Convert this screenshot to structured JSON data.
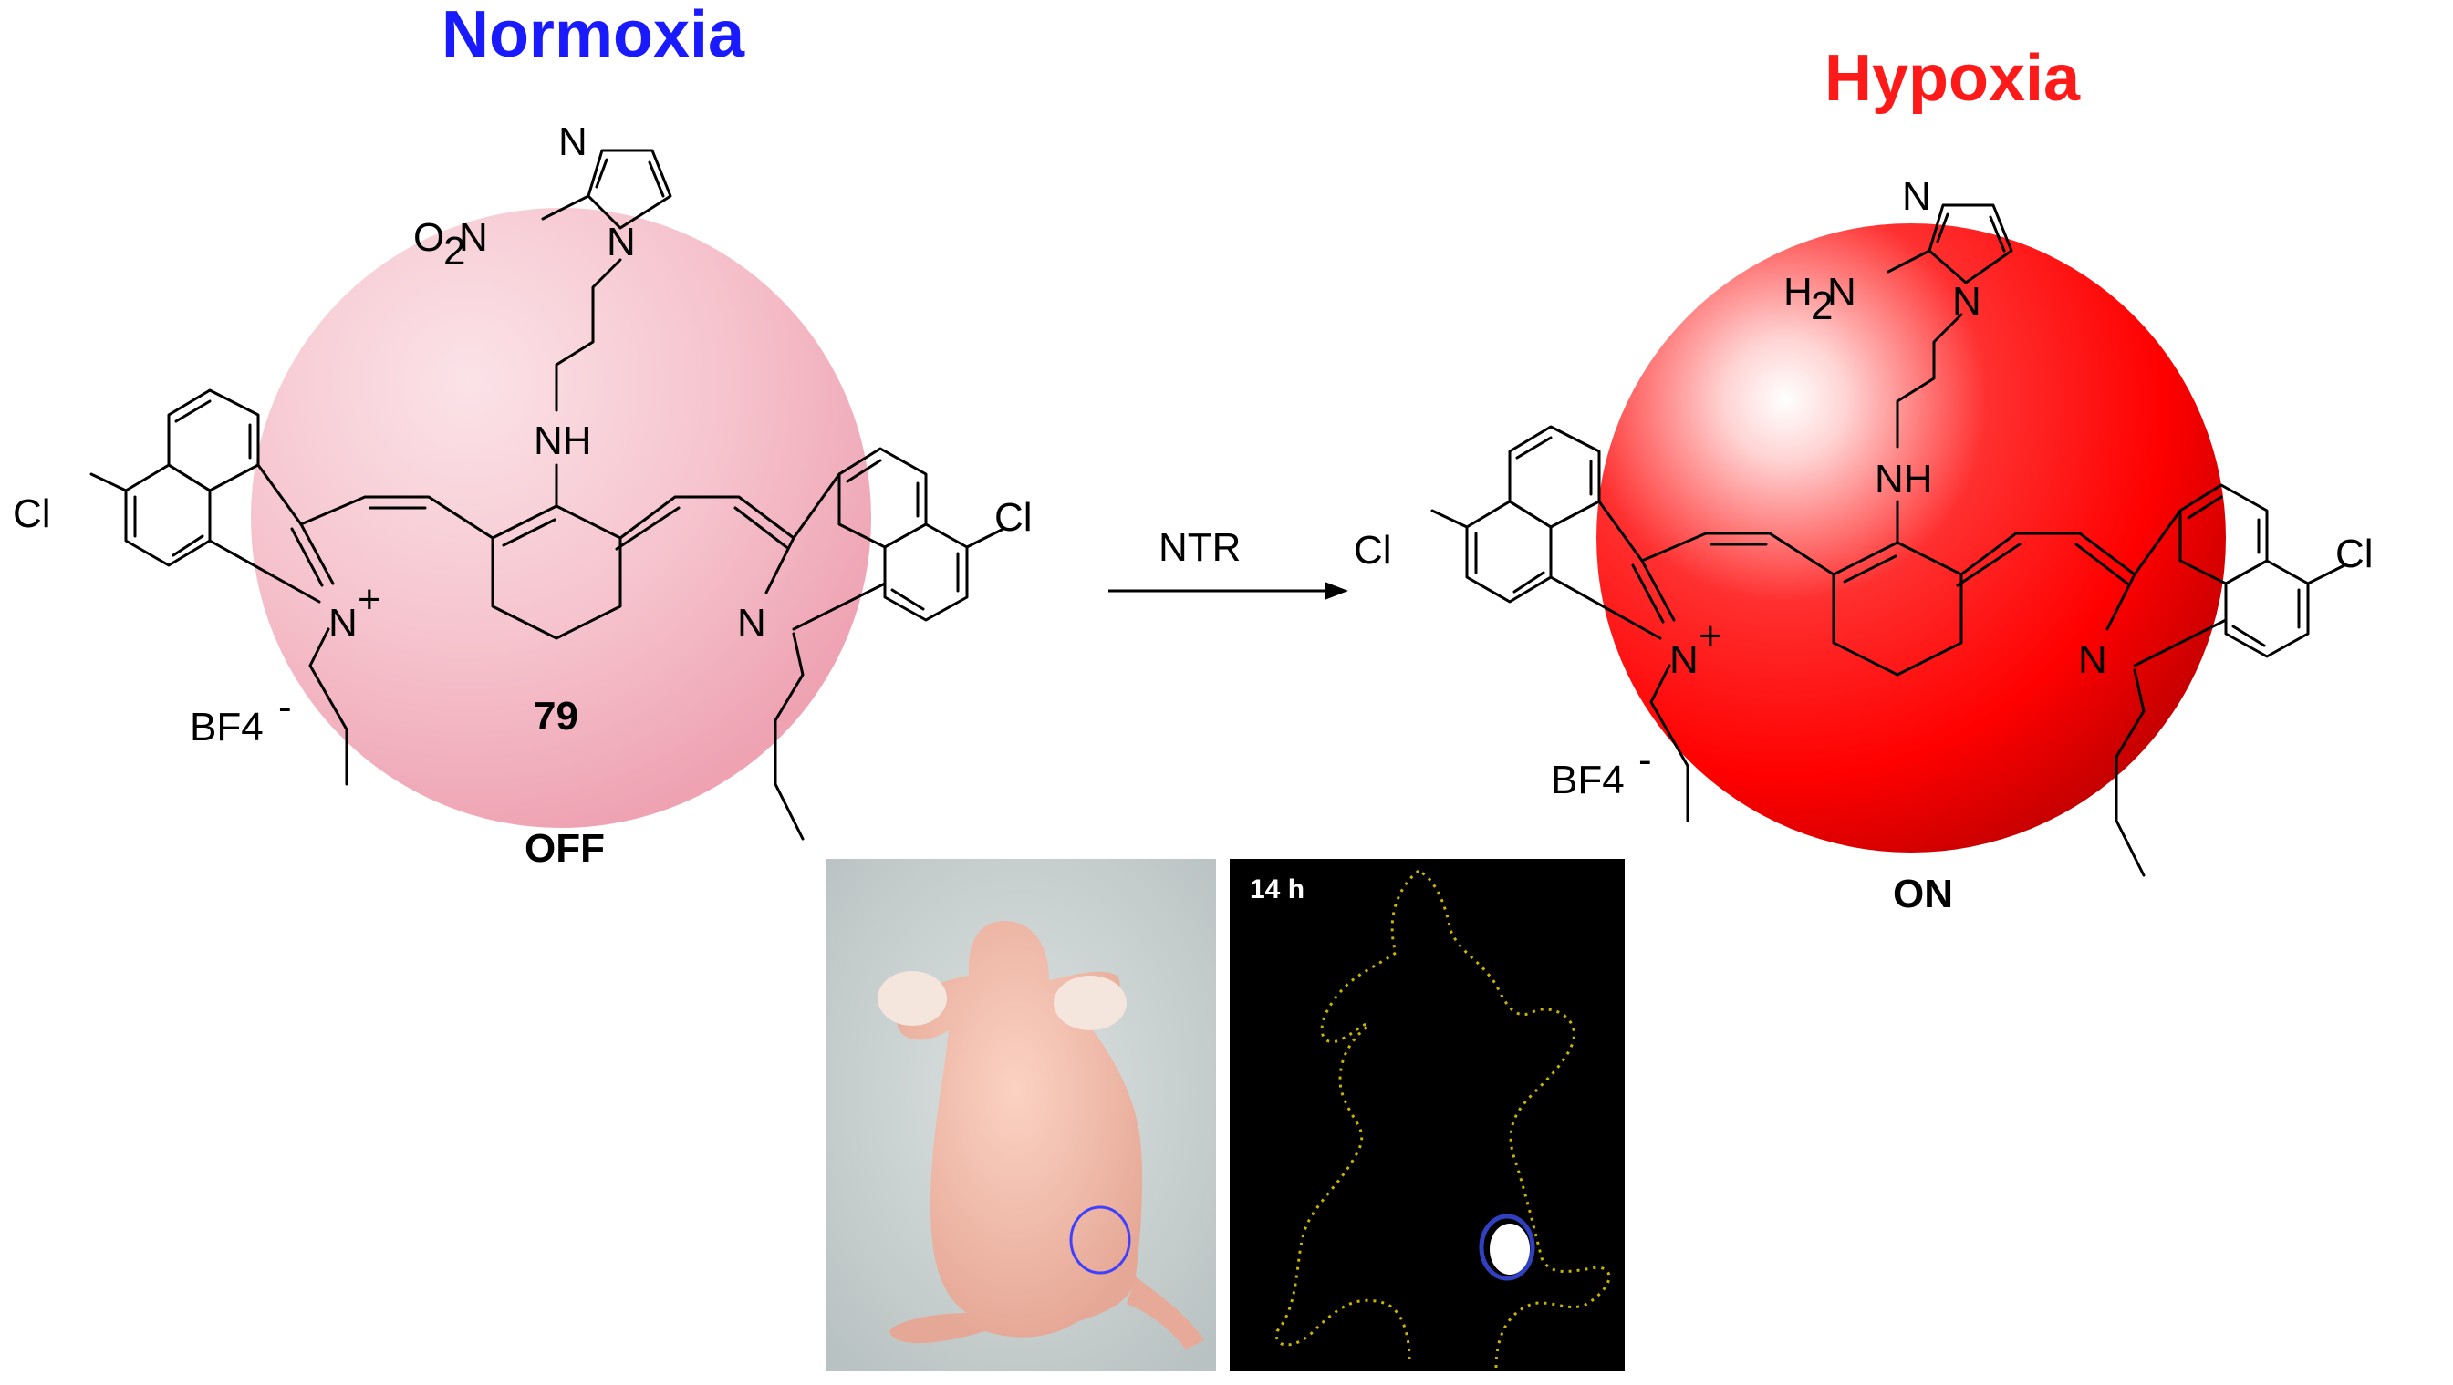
{
  "headings": {
    "normoxia": "Normoxia",
    "hypoxia": "Hypoxia"
  },
  "colors": {
    "normoxia_text": "#1a1aff",
    "hypoxia_text": "#ff1a1a",
    "off_sphere": "#f7b6c2",
    "on_sphere": "#ff0000",
    "tumor_outline": "#4040ff",
    "mouse_outline": "#c8b400"
  },
  "left_structure": {
    "compound_number": "79",
    "state": "OFF",
    "counterion": "BF4",
    "counterion_charge": "-",
    "charge": "+",
    "atoms": {
      "cl_left": "Cl",
      "cl_right": "Cl",
      "n_plus": "N",
      "n_right": "N",
      "nh": "NH",
      "o2n_o": "O",
      "o2n_sub": "2",
      "o2n_n": "N",
      "imid_n_top": "N",
      "imid_n_ring": "N"
    }
  },
  "right_structure": {
    "state": "ON",
    "counterion": "BF4",
    "counterion_charge": "-",
    "charge": "+",
    "atoms": {
      "cl_left": "Cl",
      "cl_right": "Cl",
      "n_plus": "N",
      "n_right": "N",
      "nh": "NH",
      "h2n_h": "H",
      "h2n_sub": "2",
      "h2n_n": "N",
      "imid_n_top": "N",
      "imid_n_ring": "N"
    }
  },
  "reaction": {
    "reagent": "NTR"
  },
  "photos": {
    "time_label": "14 h"
  }
}
